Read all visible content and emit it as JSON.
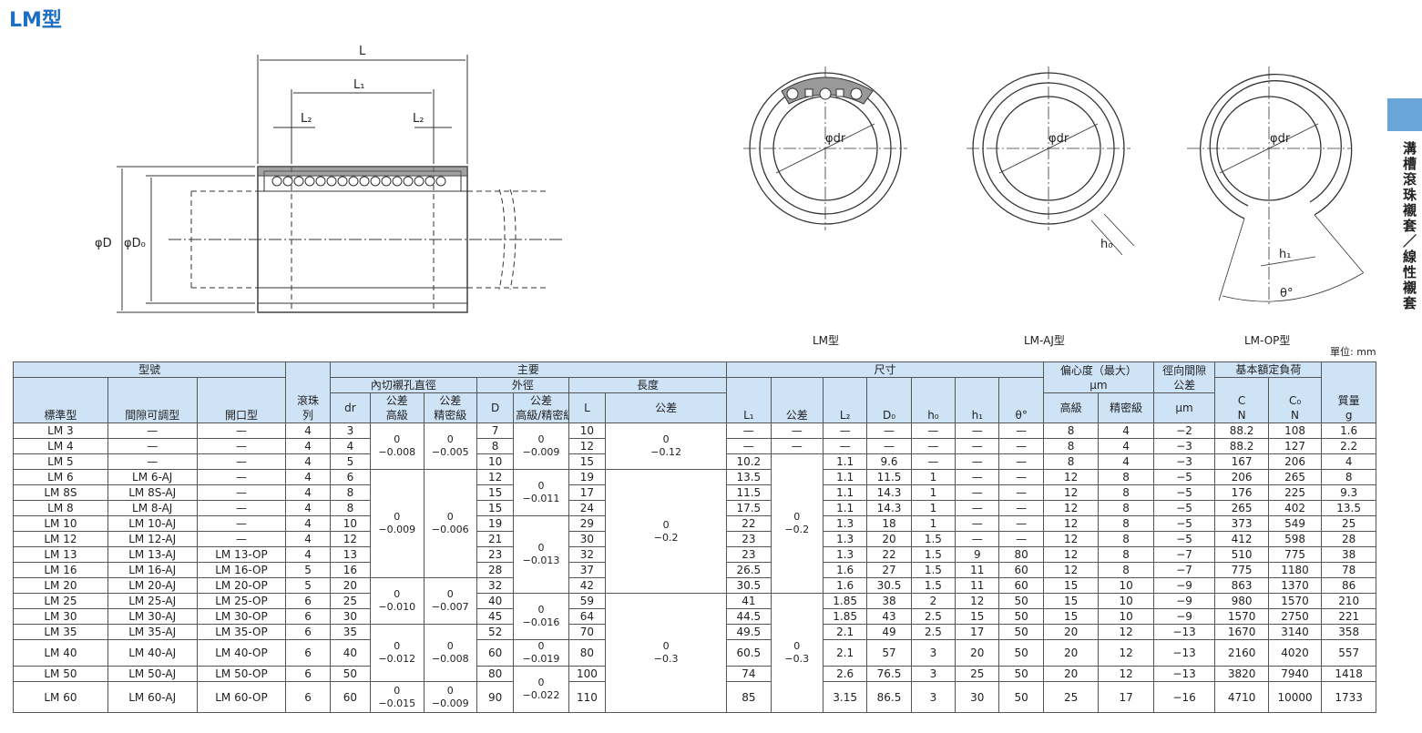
{
  "page_title": "LM型",
  "side_label": "溝槽滾珠襯套／線性襯套",
  "drawing": {
    "labels": {
      "L": "L",
      "L1": "L₁",
      "L2": "L₂",
      "phiD": "φD",
      "phiD0": "φD₀",
      "phidr": "φdr",
      "h0": "h₀",
      "h1": "h₁",
      "theta": "θ°"
    },
    "captions": [
      "LM型",
      "LM-AJ型",
      "LM-OP型"
    ]
  },
  "units": "單位: mm",
  "table": {
    "header": {
      "model": "型號",
      "main": "主要",
      "dims": "尺寸",
      "ecc": "偏心度（最大）",
      "ecc_unit": "μm",
      "radial": "徑向間隙",
      "radial_tol": "公差",
      "radial_unit": "μm",
      "load": "基本額定負荷",
      "mass": "質量",
      "std": "標準型",
      "aj": "間隙可調型",
      "op": "開口型",
      "balls": "滾珠",
      "balls2": "列",
      "id": "內切襯孔直徑",
      "od": "外徑",
      "len": "長度",
      "tol": "公差",
      "high": "高級",
      "prec": "精密級",
      "dr": "dr",
      "D": "D",
      "od_tol": "高級/精密級",
      "L": "L",
      "L_tol": "公差",
      "L1": "L₁",
      "L1_tol": "公差",
      "L2": "L₂",
      "D0": "D₀",
      "h0": "h₀",
      "h1": "h₁",
      "theta": "θ°",
      "C": "C",
      "C0": "C₀",
      "N": "N",
      "N2": "N",
      "g": "g"
    },
    "rows": [
      {
        "std": "LM 3",
        "aj": "—",
        "op": "—",
        "balls": "4",
        "dr": "3",
        "D": "7",
        "L": "10",
        "L1": "—",
        "L1tol": "—",
        "L2": "—",
        "D0": "—",
        "h0": "—",
        "h1": "—",
        "th": "—",
        "eh": "8",
        "ep": "4",
        "rc": "−2",
        "C": "88.2",
        "C0": "108",
        "m": "1.6"
      },
      {
        "std": "LM 4",
        "aj": "—",
        "op": "—",
        "balls": "4",
        "dr": "4",
        "D": "8",
        "L": "12",
        "L1": "—",
        "L1tol": "—",
        "L2": "—",
        "D0": "—",
        "h0": "—",
        "h1": "—",
        "th": "—",
        "eh": "8",
        "ep": "4",
        "rc": "−3",
        "C": "88.2",
        "C0": "127",
        "m": "2.2"
      },
      {
        "std": "LM 5",
        "aj": "—",
        "op": "—",
        "balls": "4",
        "dr": "5",
        "D": "10",
        "L": "15",
        "L1": "10.2",
        "L2": "1.1",
        "D0": "9.6",
        "h0": "—",
        "h1": "—",
        "th": "—",
        "eh": "8",
        "ep": "4",
        "rc": "−3",
        "C": "167",
        "C0": "206",
        "m": "4"
      },
      {
        "std": "LM 6",
        "aj": "LM 6-AJ",
        "op": "—",
        "balls": "4",
        "dr": "6",
        "D": "12",
        "L": "19",
        "L1": "13.5",
        "L2": "1.1",
        "D0": "11.5",
        "h0": "1",
        "h1": "—",
        "th": "—",
        "eh": "12",
        "ep": "8",
        "rc": "−5",
        "C": "206",
        "C0": "265",
        "m": "8"
      },
      {
        "std": "LM 8S",
        "aj": "LM 8S-AJ",
        "op": "—",
        "balls": "4",
        "dr": "8",
        "D": "15",
        "L": "17",
        "L1": "11.5",
        "L2": "1.1",
        "D0": "14.3",
        "h0": "1",
        "h1": "—",
        "th": "—",
        "eh": "12",
        "ep": "8",
        "rc": "−5",
        "C": "176",
        "C0": "225",
        "m": "9.3"
      },
      {
        "std": "LM 8",
        "aj": "LM 8-AJ",
        "op": "—",
        "balls": "4",
        "dr": "8",
        "D": "15",
        "L": "24",
        "L1": "17.5",
        "L2": "1.1",
        "D0": "14.3",
        "h0": "1",
        "h1": "—",
        "th": "—",
        "eh": "12",
        "ep": "8",
        "rc": "−5",
        "C": "265",
        "C0": "402",
        "m": "13.5"
      },
      {
        "std": "LM 10",
        "aj": "LM 10-AJ",
        "op": "—",
        "balls": "4",
        "dr": "10",
        "D": "19",
        "L": "29",
        "L1": "22",
        "L2": "1.3",
        "D0": "18",
        "h0": "1",
        "h1": "—",
        "th": "—",
        "eh": "12",
        "ep": "8",
        "rc": "−5",
        "C": "373",
        "C0": "549",
        "m": "25"
      },
      {
        "std": "LM 12",
        "aj": "LM 12-AJ",
        "op": "—",
        "balls": "4",
        "dr": "12",
        "D": "21",
        "L": "30",
        "L1": "23",
        "L2": "1.3",
        "D0": "20",
        "h0": "1.5",
        "h1": "—",
        "th": "—",
        "eh": "12",
        "ep": "8",
        "rc": "−5",
        "C": "412",
        "C0": "598",
        "m": "28"
      },
      {
        "std": "LM 13",
        "aj": "LM 13-AJ",
        "op": "LM 13-OP",
        "balls": "4",
        "dr": "13",
        "D": "23",
        "L": "32",
        "L1": "23",
        "L2": "1.3",
        "D0": "22",
        "h0": "1.5",
        "h1": "9",
        "th": "80",
        "eh": "12",
        "ep": "8",
        "rc": "−7",
        "C": "510",
        "C0": "775",
        "m": "38"
      },
      {
        "std": "LM 16",
        "aj": "LM 16-AJ",
        "op": "LM 16-OP",
        "balls": "5",
        "dr": "16",
        "D": "28",
        "L": "37",
        "L1": "26.5",
        "L2": "1.6",
        "D0": "27",
        "h0": "1.5",
        "h1": "11",
        "th": "60",
        "eh": "12",
        "ep": "8",
        "rc": "−7",
        "C": "775",
        "C0": "1180",
        "m": "78"
      },
      {
        "std": "LM 20",
        "aj": "LM 20-AJ",
        "op": "LM 20-OP",
        "balls": "5",
        "dr": "20",
        "D": "32",
        "L": "42",
        "L1": "30.5",
        "L2": "1.6",
        "D0": "30.5",
        "h0": "1.5",
        "h1": "11",
        "th": "60",
        "eh": "15",
        "ep": "10",
        "rc": "−9",
        "C": "863",
        "C0": "1370",
        "m": "86"
      },
      {
        "std": "LM 25",
        "aj": "LM 25-AJ",
        "op": "LM 25-OP",
        "balls": "6",
        "dr": "25",
        "D": "40",
        "L": "59",
        "L1": "41",
        "L2": "1.85",
        "D0": "38",
        "h0": "2",
        "h1": "12",
        "th": "50",
        "eh": "15",
        "ep": "10",
        "rc": "−9",
        "C": "980",
        "C0": "1570",
        "m": "210"
      },
      {
        "std": "LM 30",
        "aj": "LM 30-AJ",
        "op": "LM 30-OP",
        "balls": "6",
        "dr": "30",
        "D": "45",
        "L": "64",
        "L1": "44.5",
        "L2": "1.85",
        "D0": "43",
        "h0": "2.5",
        "h1": "15",
        "th": "50",
        "eh": "15",
        "ep": "10",
        "rc": "−9",
        "C": "1570",
        "C0": "2750",
        "m": "221"
      },
      {
        "std": "LM 35",
        "aj": "LM 35-AJ",
        "op": "LM 35-OP",
        "balls": "6",
        "dr": "35",
        "D": "52",
        "L": "70",
        "L1": "49.5",
        "L2": "2.1",
        "D0": "49",
        "h0": "2.5",
        "h1": "17",
        "th": "50",
        "eh": "20",
        "ep": "12",
        "rc": "−13",
        "C": "1670",
        "C0": "3140",
        "m": "358"
      },
      {
        "std": "LM 40",
        "aj": "LM 40-AJ",
        "op": "LM 40-OP",
        "balls": "6",
        "dr": "40",
        "D": "60",
        "L": "80",
        "L1": "60.5",
        "L2": "2.1",
        "D0": "57",
        "h0": "3",
        "h1": "20",
        "th": "50",
        "eh": "20",
        "ep": "12",
        "rc": "−13",
        "C": "2160",
        "C0": "4020",
        "m": "557"
      },
      {
        "std": "LM 50",
        "aj": "LM 50-AJ",
        "op": "LM 50-OP",
        "balls": "6",
        "dr": "50",
        "D": "80",
        "L": "100",
        "L1": "74",
        "L2": "2.6",
        "D0": "76.5",
        "h0": "3",
        "h1": "25",
        "th": "50",
        "eh": "20",
        "ep": "12",
        "rc": "−13",
        "C": "3820",
        "C0": "7940",
        "m": "1418"
      },
      {
        "std": "LM 60",
        "aj": "LM 60-AJ",
        "op": "LM 60-OP",
        "balls": "6",
        "dr": "60",
        "D": "90",
        "L": "110",
        "L1": "85",
        "L2": "3.15",
        "D0": "86.5",
        "h0": "3",
        "h1": "30",
        "th": "50",
        "eh": "25",
        "ep": "17",
        "rc": "−16",
        "C": "4710",
        "C0": "10000",
        "m": "1733"
      }
    ],
    "tolerance_groups": {
      "id_high": [
        {
          "start": 0,
          "span": 3,
          "val": "0",
          "neg": "−0.008"
        },
        {
          "start": 3,
          "span": 7,
          "val": "0",
          "neg": "−0.009"
        },
        {
          "start": 10,
          "span": 3,
          "val": "0",
          "neg": "−0.010"
        },
        {
          "start": 13,
          "span": 3,
          "val": "0",
          "neg": "−0.012"
        },
        {
          "start": 16,
          "span": 1,
          "val": "0",
          "neg": "−0.015"
        }
      ],
      "id_prec": [
        {
          "start": 0,
          "span": 3,
          "val": "0",
          "neg": "−0.005"
        },
        {
          "start": 3,
          "span": 7,
          "val": "0",
          "neg": "−0.006"
        },
        {
          "start": 10,
          "span": 3,
          "val": "0",
          "neg": "−0.007"
        },
        {
          "start": 13,
          "span": 3,
          "val": "0",
          "neg": "−0.008"
        },
        {
          "start": 16,
          "span": 1,
          "val": "0",
          "neg": "−0.009"
        }
      ],
      "od": [
        {
          "start": 0,
          "span": 3,
          "val": "0",
          "neg": "−0.009"
        },
        {
          "start": 3,
          "span": 3,
          "val": "0",
          "neg": "−0.011"
        },
        {
          "start": 6,
          "span": 5,
          "val": "0",
          "neg": "−0.013"
        },
        {
          "start": 11,
          "span": 3,
          "val": "0",
          "neg": "−0.016"
        },
        {
          "start": 14,
          "span": 1,
          "val": "0",
          "neg": "−0.019"
        },
        {
          "start": 15,
          "span": 2,
          "val": "0",
          "neg": "−0.022"
        }
      ],
      "L_tol": [
        {
          "start": 0,
          "span": 3,
          "val": "0",
          "neg": "−0.12"
        },
        {
          "start": 3,
          "span": 8,
          "val": "0",
          "neg": "−0.2"
        },
        {
          "start": 11,
          "span": 6,
          "val": "0",
          "neg": "−0.3"
        }
      ],
      "L1_tol": [
        {
          "start": 2,
          "span": 9,
          "val": "0",
          "neg": "−0.2"
        },
        {
          "start": 11,
          "span": 6,
          "val": "0",
          "neg": "−0.3"
        }
      ]
    }
  }
}
